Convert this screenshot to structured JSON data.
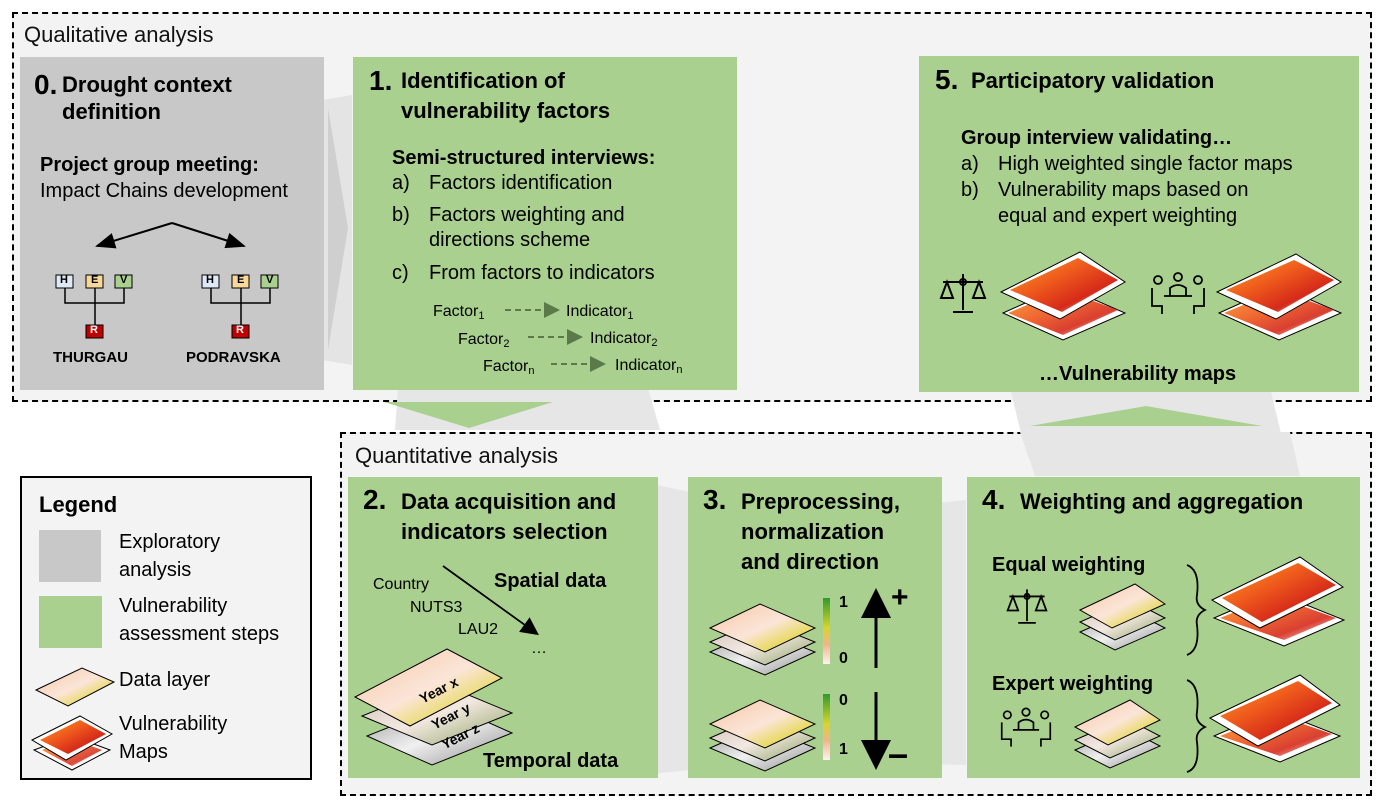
{
  "sections": {
    "qualitative": "Qualitative analysis",
    "quantitative": "Quantitative analysis"
  },
  "steps": {
    "s0": {
      "number": "0.",
      "title_lines": [
        "Drought context",
        "definition"
      ],
      "subheading": "Project group meeting:",
      "subtext": "Impact Chains development",
      "chain_boxes": [
        "H",
        "E",
        "V",
        "R"
      ],
      "regions": [
        "THURGAU",
        "PODRAVSKA"
      ]
    },
    "s1": {
      "number": "1.",
      "title_lines": [
        "Identification of",
        "vulnerability factors"
      ],
      "subheading": "Semi-structured interviews:",
      "items": [
        {
          "marker": "a)",
          "lines": [
            "Factors identification"
          ]
        },
        {
          "marker": "b)",
          "lines": [
            "Factors weighting and",
            "directions scheme"
          ]
        },
        {
          "marker": "c)",
          "lines": [
            "From factors to indicators"
          ]
        }
      ],
      "mappings": [
        {
          "factor": "Factor",
          "factor_sub": "1",
          "indicator": "Indicator",
          "indicator_sub": "1"
        },
        {
          "factor": "Factor",
          "factor_sub": "2",
          "indicator": "Indicator",
          "indicator_sub": "2"
        },
        {
          "factor": "Factor",
          "factor_sub": "n",
          "indicator": "Indicator",
          "indicator_sub": "n"
        }
      ]
    },
    "s2": {
      "number": "2.",
      "title_lines": [
        "Data acquisition and",
        "indicators selection"
      ],
      "spatial_label": "Spatial data",
      "scales": [
        "Country",
        "NUTS3",
        "LAU2",
        "…"
      ],
      "years": [
        "Year x",
        "Year y",
        "Year z"
      ],
      "temporal_label": "Temporal data"
    },
    "s3": {
      "number": "3.",
      "title_lines": [
        "Preprocessing,",
        "normalization",
        "and direction"
      ],
      "scale_top": {
        "top": "1",
        "bottom": "0",
        "sign": "+"
      },
      "scale_bottom": {
        "top": "0",
        "bottom": "1",
        "sign": "–"
      }
    },
    "s4": {
      "number": "4.",
      "title": "Weighting and aggregation",
      "equal_label": "Equal weighting",
      "expert_label": "Expert weighting"
    },
    "s5": {
      "number": "5.",
      "title": "Participatory validation",
      "subheading": "Group interview validating…",
      "items": [
        {
          "marker": "a)",
          "lines": [
            "High weighted single factor maps"
          ]
        },
        {
          "marker": "b)",
          "lines": [
            "Vulnerability maps based on",
            "equal and expert weighting"
          ]
        }
      ],
      "footer": "…Vulnerability maps"
    }
  },
  "legend": {
    "title": "Legend",
    "items": [
      {
        "lines": [
          "Exploratory",
          "analysis"
        ]
      },
      {
        "lines": [
          "Vulnerability",
          "assessment steps"
        ]
      },
      {
        "lines": [
          "Data layer"
        ]
      },
      {
        "lines": [
          "Vulnerability",
          "Maps"
        ]
      }
    ]
  },
  "colors": {
    "green_step": "#a9d08e",
    "gray_step": "#c8c8c8",
    "section_bg": "#f3f3f3",
    "hazard": "#dde9f5",
    "exposure": "#f8d898",
    "vulnerability": "#a9d08e",
    "risk": "#c00000"
  }
}
